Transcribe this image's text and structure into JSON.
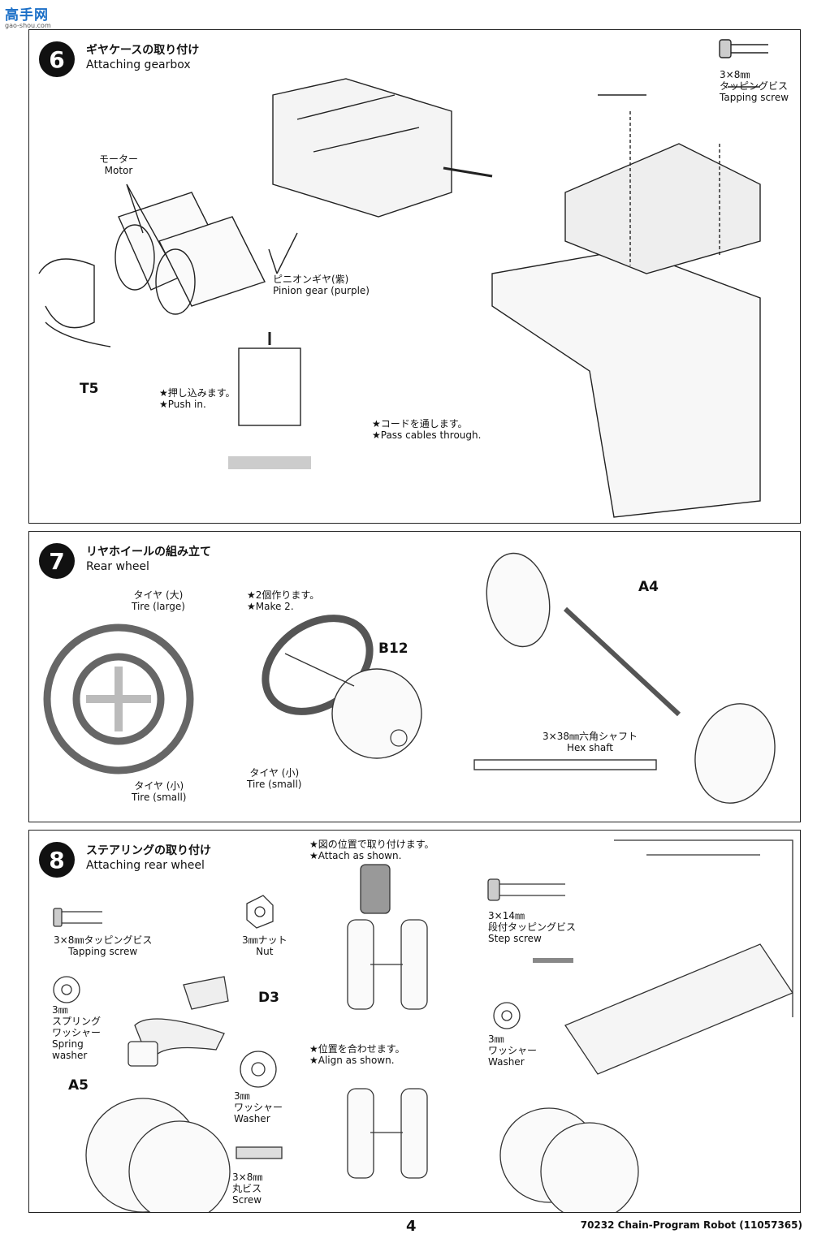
{
  "watermark": {
    "title": "高手网",
    "url": "gao-shou.com"
  },
  "step6": {
    "number": "6",
    "title_jp": "ギヤケースの取り付け",
    "title_en": "Attaching gearbox",
    "motor_jp": "モーター",
    "motor_en": "Motor",
    "pinion_jp": "ピニオンギヤ(紫)",
    "pinion_en": "Pinion gear (purple)",
    "part_t5": "T5",
    "push_jp": "★押し込みます。",
    "push_en": "★Push in.",
    "cables_jp": "★コードを通します。",
    "cables_en": "★Pass cables through.",
    "screw_size": "3×8㎜",
    "screw_jp": "タッピングビス",
    "screw_en": "Tapping screw"
  },
  "step7": {
    "number": "7",
    "title_jp": "リヤホイールの組み立て",
    "title_en": "Rear wheel",
    "tire_large_jp": "タイヤ (大)",
    "tire_large_en": "Tire (large)",
    "tire_small_jp": "タイヤ (小)",
    "tire_small_en": "Tire (small)",
    "make2_jp": "★2個作ります。",
    "make2_en": "★Make 2.",
    "tire_small2_jp": "タイヤ (小)",
    "tire_small2_en": "Tire (small)",
    "part_b12": "B12",
    "part_a4": "A4",
    "shaft_jp": "3×38㎜六角シャフト",
    "shaft_en": "Hex shaft"
  },
  "step8": {
    "number": "8",
    "title_jp": "ステアリングの取り付け",
    "title_en": "Attaching rear wheel",
    "tap_jp": "3×8㎜タッピングビス",
    "tap_en": "Tapping screw",
    "nut_jp": "3㎜ナット",
    "nut_en": "Nut",
    "spring_l1": "3㎜",
    "spring_l2": "スプリング",
    "spring_l3": "ワッシャー",
    "spring_l4": "Spring",
    "spring_l5": "washer",
    "part_d3": "D3",
    "part_a5": "A5",
    "washer_l1": "3㎜",
    "washer_l2": "ワッシャー",
    "washer_l3": "Washer",
    "screw_l1": "3×8㎜",
    "screw_l2": "丸ビス",
    "screw_l3": "Screw",
    "attach_jp": "★図の位置で取り付けます。",
    "attach_en": "★Attach as shown.",
    "align_jp": "★位置を合わせます。",
    "align_en": "★Align as shown.",
    "step_l1": "3×14㎜",
    "step_l2": "段付タッピングビス",
    "step_l3": "Step screw",
    "washer2_l1": "3㎜",
    "washer2_l2": "ワッシャー",
    "washer2_l3": "Washer"
  },
  "footer": {
    "page": "4",
    "code": "70232  Chain-Program Robot (11057365)"
  }
}
